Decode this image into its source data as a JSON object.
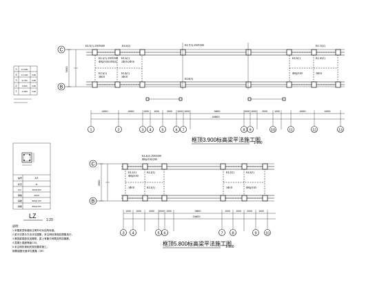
{
  "plan_top": {
    "title": "框顶3.900标高梁平法施工图",
    "scale": "1:100",
    "axis_left_labels": [
      "C",
      "B"
    ],
    "axis_numbers": [
      "1",
      "2",
      "3",
      "4",
      "5",
      "6",
      "7",
      "8",
      "9",
      "10",
      "11",
      "12",
      "13"
    ],
    "dims": [
      "4000",
      "4000",
      "1000",
      "1000",
      "2000",
      "1000",
      "1000",
      "9800",
      "1000",
      "1000",
      "2000",
      "1000",
      "4000",
      "4000"
    ],
    "overall_dim": "44800",
    "side_dim": "3600"
  },
  "plan_bottom": {
    "title": "框顶5.800标高梁平法施工图",
    "scale": "1:100",
    "axis_left_labels": [
      "C",
      "B"
    ],
    "axis_numbers": [
      "3",
      "4",
      "5",
      "6",
      "7",
      "8",
      "9",
      "10"
    ],
    "dims": [
      "1000",
      "1000",
      "2000",
      "1000",
      "1000",
      "9800",
      "1000",
      "1000",
      "2000",
      "1000"
    ],
    "overall_dim": "24800",
    "side_dim": "3600"
  },
  "level_table": {
    "rows": [
      [
        "5",
        "15.900",
        ""
      ],
      [
        "4",
        "15.200",
        "3.60"
      ],
      [
        "3",
        "9.700",
        "3.60"
      ],
      [
        "2",
        "3.900",
        "3.90"
      ],
      [
        "1",
        "-0.000",
        "3.90"
      ]
    ]
  },
  "column_detail": {
    "title": "LZ",
    "scale": "1:20",
    "rows": [
      [
        "",
        "LZ"
      ],
      [
        "",
        "Ф"
      ],
      [
        "",
        "300X300"
      ],
      [
        "",
        "4Ф16"
      ],
      [
        "",
        "Ф8@100"
      ],
      [
        "",
        "Ф8@200"
      ]
    ]
  },
  "notes": {
    "line1": "说明：",
    "line2": "1.本图梁顶标高除注明外均为结构标高。",
    "line3": "2.梁平法表示方法详见图集，未注明处按相应图集执行。",
    "line4": "3.悬挑梁端部另加箍筋，梁上有集中荷载处附加箍筋。",
    "line5": "4.混凝土强度等级C30。",
    "line6": "5.未注明处按相关规范要求施工。",
    "line7": "  钢筋锚固长度详见图集（2Ф）"
  }
}
